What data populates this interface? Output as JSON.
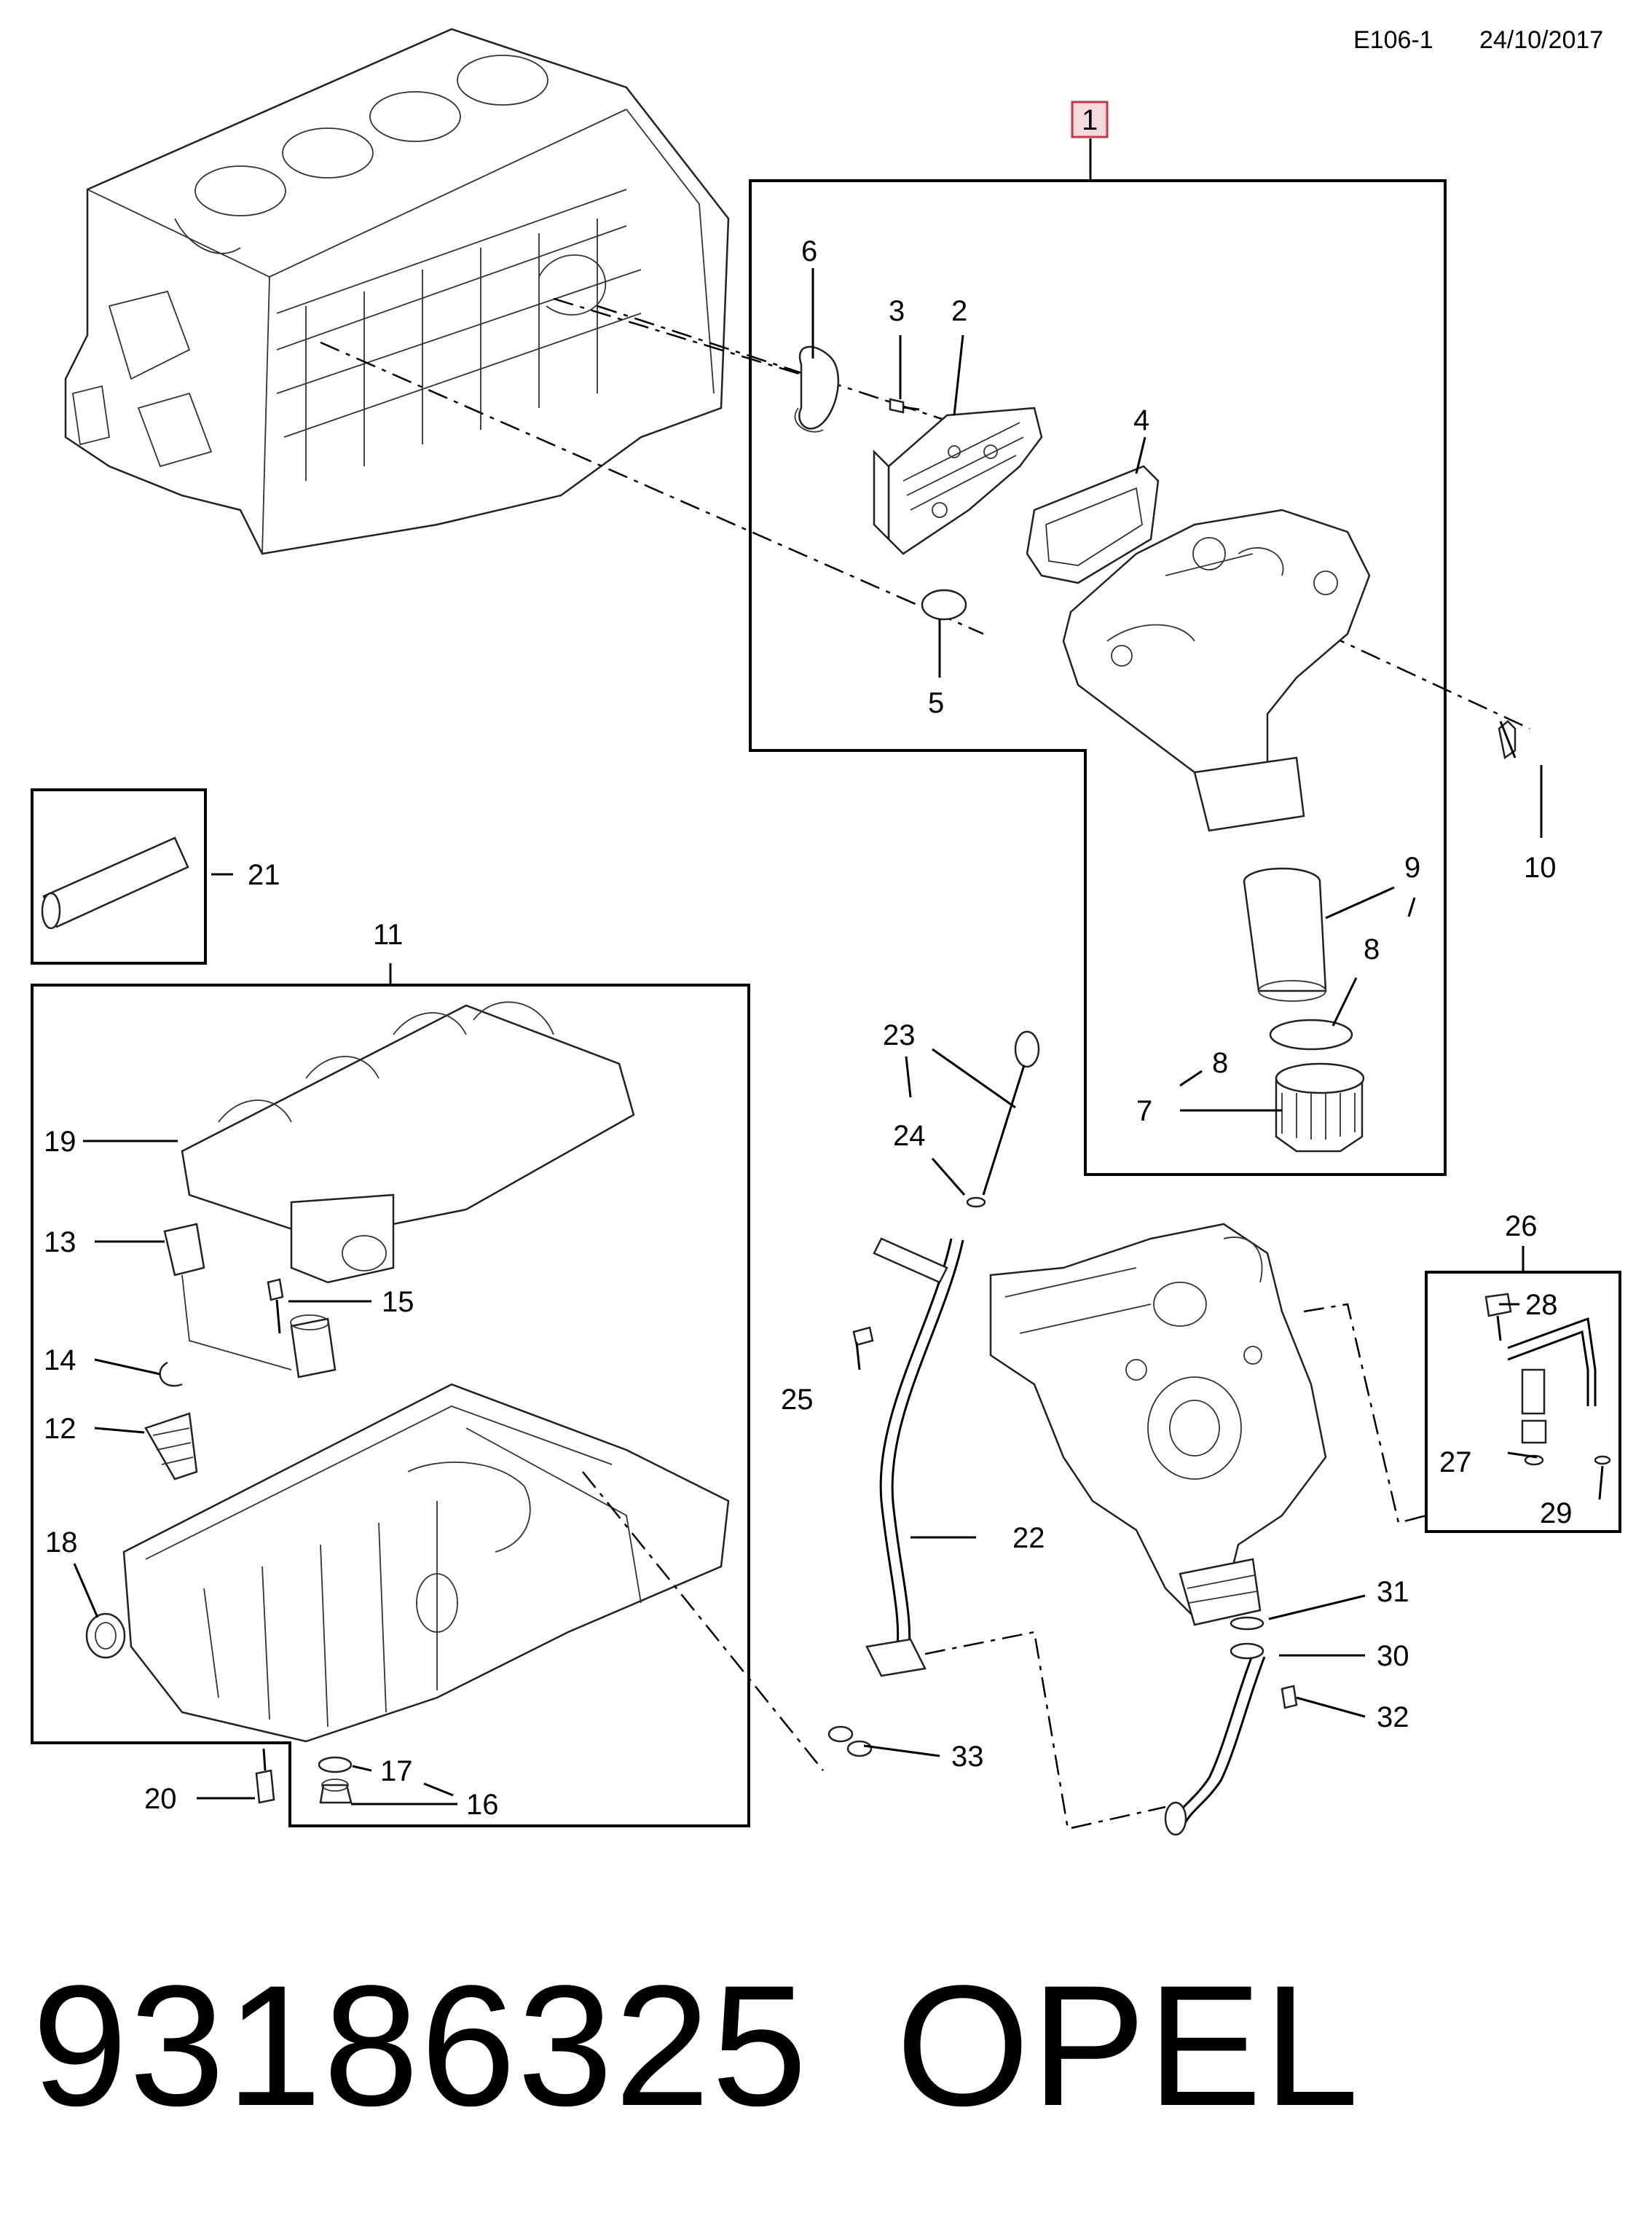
{
  "header": {
    "code": "E106-1",
    "date": "24/10/2017"
  },
  "footer": {
    "part_number": "93186325",
    "brand": "OPEL"
  },
  "callouts": {
    "c1": "1",
    "c2": "2",
    "c3": "3",
    "c4": "4",
    "c5": "5",
    "c6": "6",
    "c7": "7",
    "c8a": "8",
    "c8b": "8",
    "c9": "9",
    "c10": "10",
    "c11": "11",
    "c12": "12",
    "c13": "13",
    "c14": "14",
    "c15": "15",
    "c16": "16",
    "c17": "17",
    "c18": "18",
    "c19": "19",
    "c20": "20",
    "c21": "21",
    "c22": "22",
    "c23": "23",
    "c24": "24",
    "c25": "25",
    "c26": "26",
    "c27": "27",
    "c28": "28",
    "c29": "29",
    "c30": "30",
    "c31": "31",
    "c32": "32",
    "c33": "33"
  },
  "colors": {
    "highlight_fill": "#f7d9dd",
    "highlight_stroke": "#c0394b",
    "line": "#000000"
  }
}
